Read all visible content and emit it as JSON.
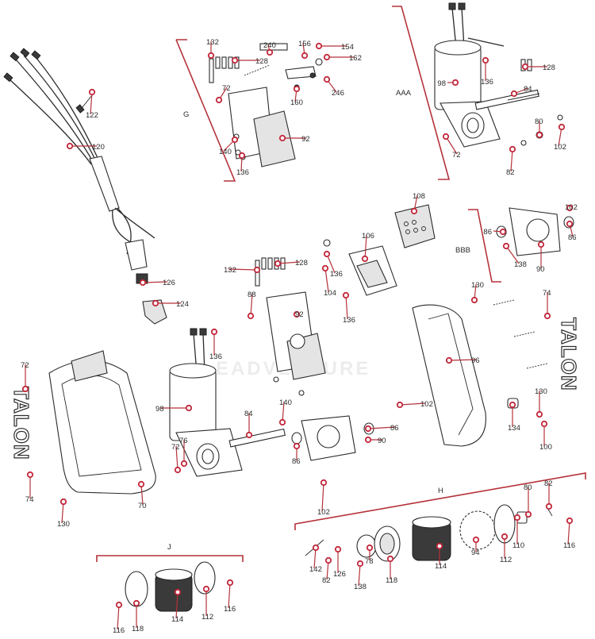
{
  "watermark": "EADVENTURE",
  "logo_text": "TALON",
  "groups": {
    "G": "G",
    "AAA": "AAA",
    "BBB": "BBB",
    "H": "H",
    "J": "J"
  },
  "callouts": [
    {
      "id": "c132a",
      "label": "132"
    },
    {
      "id": "c128a",
      "label": "128"
    },
    {
      "id": "c240",
      "label": "240"
    },
    {
      "id": "c156",
      "label": "156"
    },
    {
      "id": "c154",
      "label": "154"
    },
    {
      "id": "c162",
      "label": "162"
    },
    {
      "id": "c72a",
      "label": "72"
    },
    {
      "id": "c160",
      "label": "160"
    },
    {
      "id": "c246",
      "label": "246"
    },
    {
      "id": "c92a",
      "label": "92"
    },
    {
      "id": "c140a",
      "label": "140"
    },
    {
      "id": "c136a",
      "label": "136"
    },
    {
      "id": "c122",
      "label": "122"
    },
    {
      "id": "c120",
      "label": "120"
    },
    {
      "id": "c126a",
      "label": "126"
    },
    {
      "id": "c124",
      "label": "124"
    },
    {
      "id": "c136b",
      "label": "136"
    },
    {
      "id": "c128b",
      "label": "128"
    },
    {
      "id": "c98a",
      "label": "98"
    },
    {
      "id": "c84a",
      "label": "84"
    },
    {
      "id": "c80a",
      "label": "80"
    },
    {
      "id": "c102a",
      "label": "102"
    },
    {
      "id": "c72b",
      "label": "72"
    },
    {
      "id": "c82a",
      "label": "82"
    },
    {
      "id": "c108",
      "label": "108"
    },
    {
      "id": "c102b",
      "label": "102"
    },
    {
      "id": "c86a",
      "label": "86"
    },
    {
      "id": "c86b",
      "label": "86"
    },
    {
      "id": "c138a",
      "label": "138"
    },
    {
      "id": "c90a",
      "label": "90"
    },
    {
      "id": "c106",
      "label": "106"
    },
    {
      "id": "c132b",
      "label": "132"
    },
    {
      "id": "c128c",
      "label": "128"
    },
    {
      "id": "c136c",
      "label": "136"
    },
    {
      "id": "c104",
      "label": "104"
    },
    {
      "id": "c136d",
      "label": "136"
    },
    {
      "id": "c88",
      "label": "88"
    },
    {
      "id": "c92b",
      "label": "92"
    },
    {
      "id": "c130a",
      "label": "130"
    },
    {
      "id": "c74a",
      "label": "74"
    },
    {
      "id": "c96",
      "label": "96"
    },
    {
      "id": "c136e",
      "label": "136"
    },
    {
      "id": "c72c",
      "label": "72"
    },
    {
      "id": "c98b",
      "label": "98"
    },
    {
      "id": "c84b",
      "label": "84"
    },
    {
      "id": "c140b",
      "label": "140"
    },
    {
      "id": "c102c",
      "label": "102"
    },
    {
      "id": "c86c",
      "label": "86"
    },
    {
      "id": "c90b",
      "label": "90"
    },
    {
      "id": "c86d",
      "label": "86"
    },
    {
      "id": "c134",
      "label": "134"
    },
    {
      "id": "c130b",
      "label": "130"
    },
    {
      "id": "c100",
      "label": "100"
    },
    {
      "id": "c72d",
      "label": "72"
    },
    {
      "id": "c76",
      "label": "76"
    },
    {
      "id": "c74b",
      "label": "74"
    },
    {
      "id": "c70",
      "label": "70"
    },
    {
      "id": "c130c",
      "label": "130"
    },
    {
      "id": "c102d",
      "label": "102"
    },
    {
      "id": "c80b",
      "label": "80"
    },
    {
      "id": "c82b",
      "label": "82"
    },
    {
      "id": "c116a",
      "label": "116"
    },
    {
      "id": "c110",
      "label": "110"
    },
    {
      "id": "c112a",
      "label": "112"
    },
    {
      "id": "c94",
      "label": "94"
    },
    {
      "id": "c142",
      "label": "142"
    },
    {
      "id": "c126b",
      "label": "126"
    },
    {
      "id": "c78",
      "label": "78"
    },
    {
      "id": "c82c",
      "label": "82"
    },
    {
      "id": "c138b",
      "label": "138"
    },
    {
      "id": "c118a",
      "label": "118"
    },
    {
      "id": "c114a",
      "label": "114"
    },
    {
      "id": "c116b",
      "label": "116"
    },
    {
      "id": "c118b",
      "label": "118"
    },
    {
      "id": "c114b",
      "label": "114"
    },
    {
      "id": "c112b",
      "label": "112"
    },
    {
      "id": "c116c",
      "label": "116"
    }
  ]
}
